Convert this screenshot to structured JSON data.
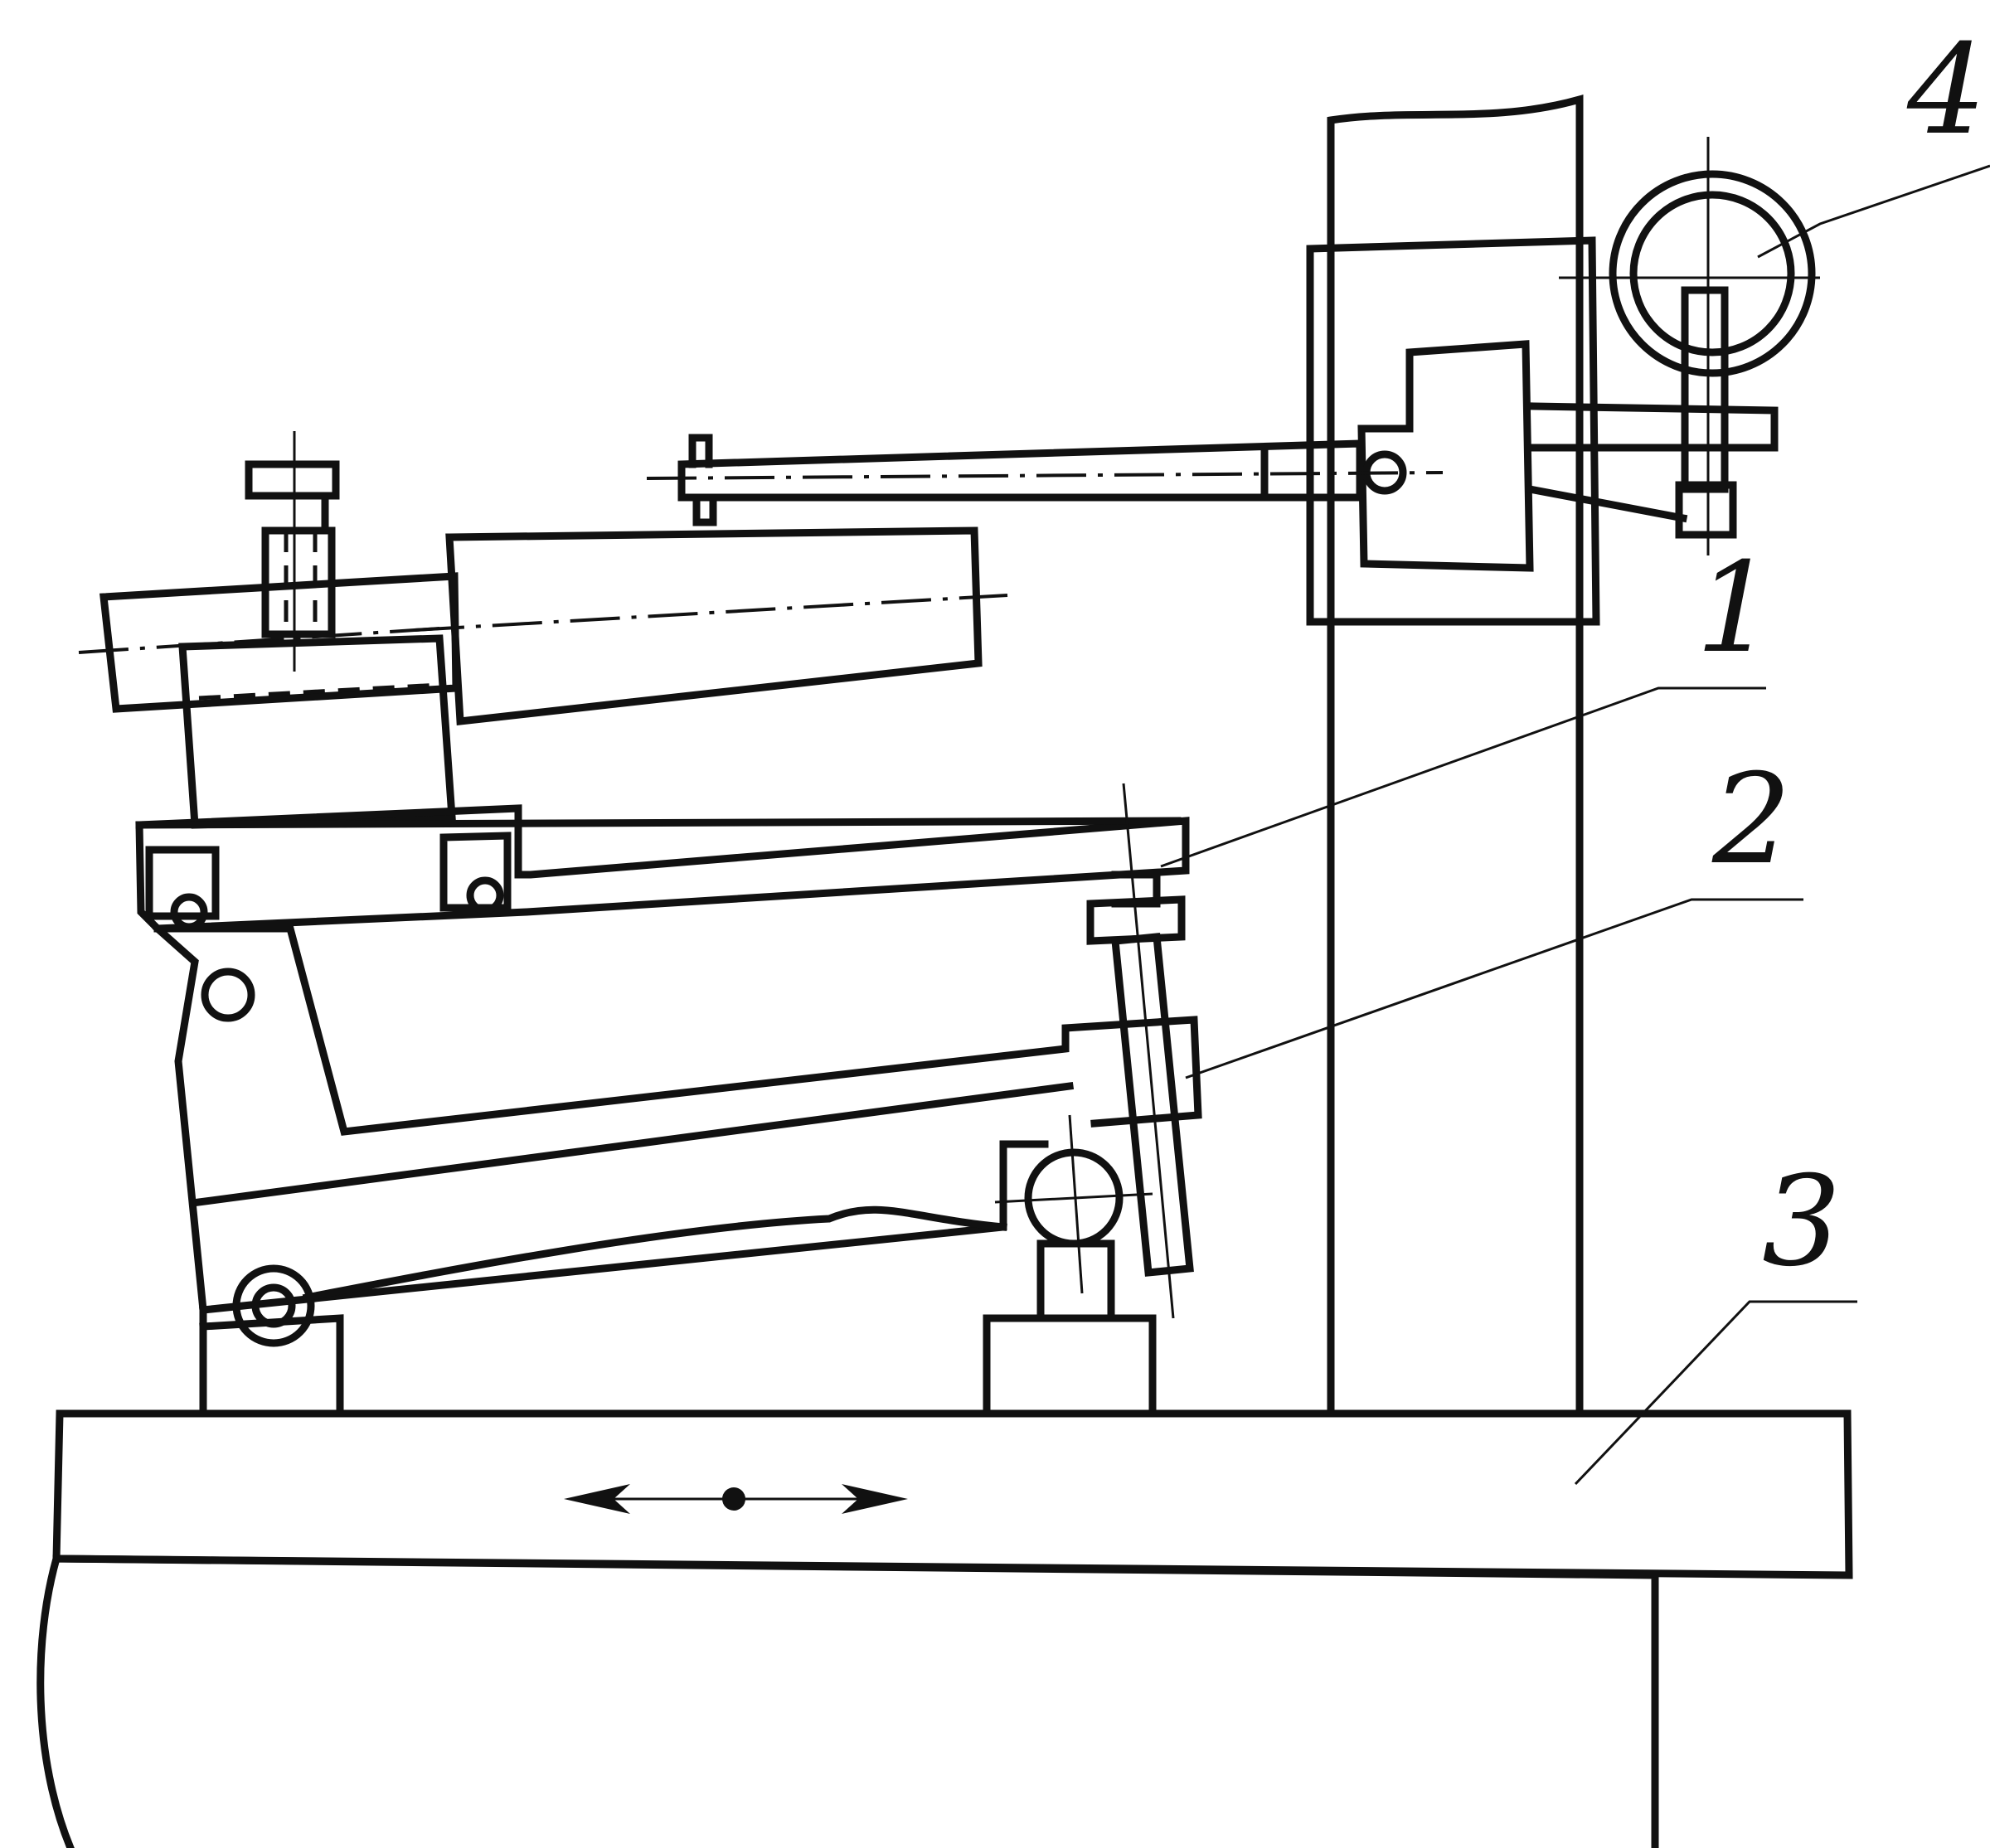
{
  "labels": {
    "part_1": "1",
    "part_2": "2",
    "part_3": "3",
    "part_4": "4"
  },
  "colors": {
    "ink": "#111111",
    "paper": "#ffffff"
  },
  "icons": {
    "motion_arrow": "double-headed-arrow-icon"
  }
}
